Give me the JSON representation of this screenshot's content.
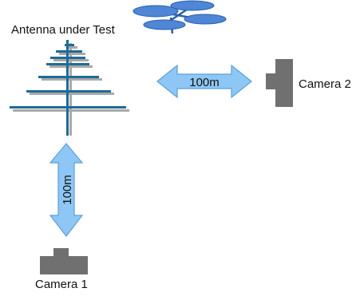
{
  "labels": {
    "antenna": "Antenna under Test",
    "camera_1": "Camera 1",
    "camera_2": "Camera 2",
    "horizontal_distance": "100m",
    "vertical_distance": "100m"
  },
  "colors": {
    "arrow_fill": "#8ec7f5",
    "arrow_stroke": "#5a9fd6",
    "antenna_blue": "#1f6b96",
    "antenna_shadow": "#a9a9a9",
    "drone_fill": "#4f86d6",
    "drone_stroke": "#2a5fae",
    "camera_gray": "#707070"
  },
  "icons": {
    "drone": "quadcopter-drone-icon",
    "antenna": "yagi-antenna-icon",
    "camera_1": "camera-icon",
    "camera_2": "camera-icon"
  }
}
